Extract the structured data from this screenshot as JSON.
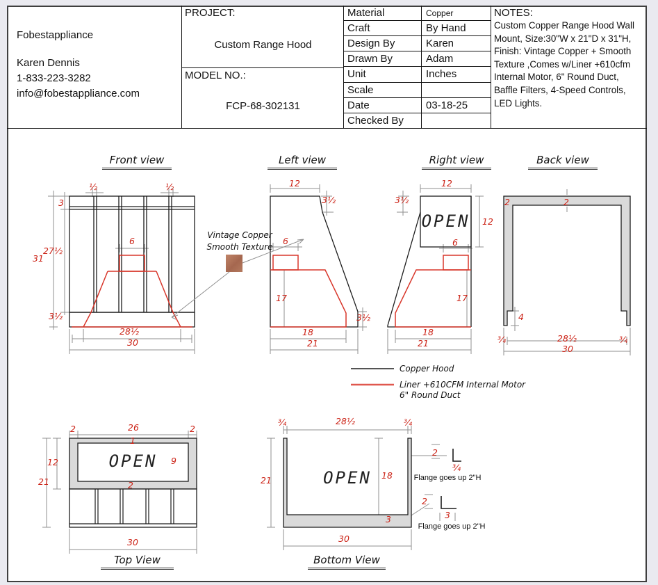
{
  "title_block": {
    "company": {
      "name": "Fobestappliance",
      "contact": "Karen Dennis",
      "phone": "1-833-223-3282",
      "email": "info@fobestappliance.com"
    },
    "project": {
      "label": "PROJECT:",
      "value": "Custom Range Hood"
    },
    "model": {
      "label": "MODEL NO.:",
      "value": "FCP-68-302131"
    },
    "specs": [
      {
        "label": "Material",
        "value": "Copper"
      },
      {
        "label": "Craft",
        "value": "By Hand"
      },
      {
        "label": "Design By",
        "value": "Karen"
      },
      {
        "label": "Drawn By",
        "value": "Adam"
      },
      {
        "label": "Unit",
        "value": "Inches"
      },
      {
        "label": "Scale",
        "value": ""
      },
      {
        "label": "Date",
        "value": "03-18-25"
      },
      {
        "label": "Checked By",
        "value": ""
      }
    ],
    "notes": {
      "label": "NOTES:",
      "body": "Custom Copper  Range Hood Wall Mount, Size:30\"W x 21\"D x 31\"H, Finish: Vintage Copper + Smooth Texture ,Comes w/Liner +610cfm Internal Motor, 6\" Round Duct, Baffle Filters, 4-Speed Controls, LED Lights."
    }
  },
  "views": {
    "front": {
      "title": "Front view",
      "dims": {
        "strap_left": "½",
        "strap_right": "½",
        "band": "3",
        "total_height": "31",
        "body_height": "27½",
        "apron": "3½",
        "duct": "6",
        "inner_width": "28½",
        "width": "30"
      }
    },
    "left": {
      "title": "Left view",
      "dims": {
        "top_depth": "12",
        "top_drop": "3½",
        "duct": "6",
        "liner_height": "17",
        "bottom_drop": "3½",
        "liner_depth": "18",
        "depth": "21"
      }
    },
    "right": {
      "title": "Right view",
      "open": "OPEN",
      "dims": {
        "top_depth": "12",
        "top_drop": "3½",
        "open_height": "12",
        "duct": "6",
        "liner_height": "17",
        "liner_depth": "18",
        "depth": "21"
      }
    },
    "back": {
      "title": "Back view",
      "dims": {
        "frame_left": "2",
        "frame_top": "2",
        "foot_height": "4",
        "foot_left": "¾",
        "inner_width": "28½",
        "foot_right": "¾",
        "width": "30"
      }
    },
    "top": {
      "title": "Top View",
      "open": "OPEN",
      "dims": {
        "frame_left": "2",
        "inner_width": "26",
        "frame_right": "2",
        "frame_depth": "12",
        "depth": "21",
        "band_top": "1",
        "inner_depth": "9",
        "band_bottom": "2",
        "width": "30"
      }
    },
    "bottom": {
      "title": "Bottom View",
      "open": "OPEN",
      "dims": {
        "flange_left": "¾",
        "inner_width": "28½",
        "flange_right": "¾",
        "depth": "21",
        "inner_depth": "18",
        "width": "30",
        "band": "3"
      },
      "annotations": [
        {
          "dim": "2",
          "sub": "¾",
          "text": "Flange goes up 2\"H"
        },
        {
          "dim": "2",
          "sub": "3",
          "text": "Flange goes up 2\"H"
        }
      ]
    }
  },
  "finish_note": {
    "line1": "Vintage Copper",
    "line2": "Smooth Texture"
  },
  "legend": [
    {
      "name": "Copper Hood",
      "color": "#1c1c1c"
    },
    {
      "name": "Liner +610CFM Internal Motor",
      "name2": "6\" Round Duct",
      "color": "#e0584f"
    }
  ],
  "colors": {
    "dim_red": "#cc2418",
    "line": "#1c1c1c",
    "fill": "#dadada",
    "copper": "#b1755b",
    "page": "#eaeaf0"
  }
}
